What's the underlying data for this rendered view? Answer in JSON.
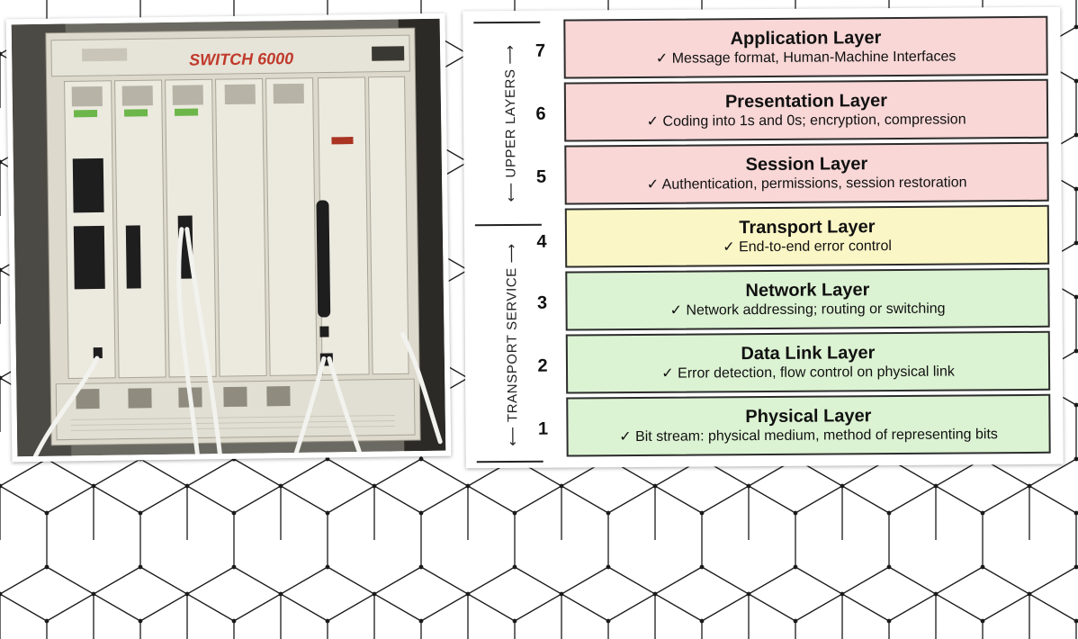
{
  "photo": {
    "description_icon": "network-switch-chassis",
    "brand_text": "SWITCH 6000"
  },
  "osi": {
    "check_mark": "✓",
    "groups": [
      {
        "label": "UPPER LAYERS"
      },
      {
        "label": "TRANSPORT SERVICE"
      }
    ],
    "layers": [
      {
        "number": "7",
        "name": "Application Layer",
        "description": "Message format, Human-Machine Interfaces",
        "color": "#f8d7d6"
      },
      {
        "number": "6",
        "name": "Presentation Layer",
        "description": "Coding into 1s and 0s; encryption, compression",
        "color": "#f8d7d6"
      },
      {
        "number": "5",
        "name": "Session Layer",
        "description": "Authentication, permissions, session restoration",
        "color": "#f8d7d6"
      },
      {
        "number": "4",
        "name": "Transport Layer",
        "description": "End-to-end error control",
        "color": "#fbf6c5"
      },
      {
        "number": "3",
        "name": "Network Layer",
        "description": "Network addressing; routing or switching",
        "color": "#dcf3d3"
      },
      {
        "number": "2",
        "name": "Data Link Layer",
        "description": "Error detection, flow control on physical link",
        "color": "#dcf3d3"
      },
      {
        "number": "1",
        "name": "Physical Layer",
        "description": "Bit stream: physical medium, method of representing bits",
        "color": "#dcf3d3"
      }
    ]
  }
}
